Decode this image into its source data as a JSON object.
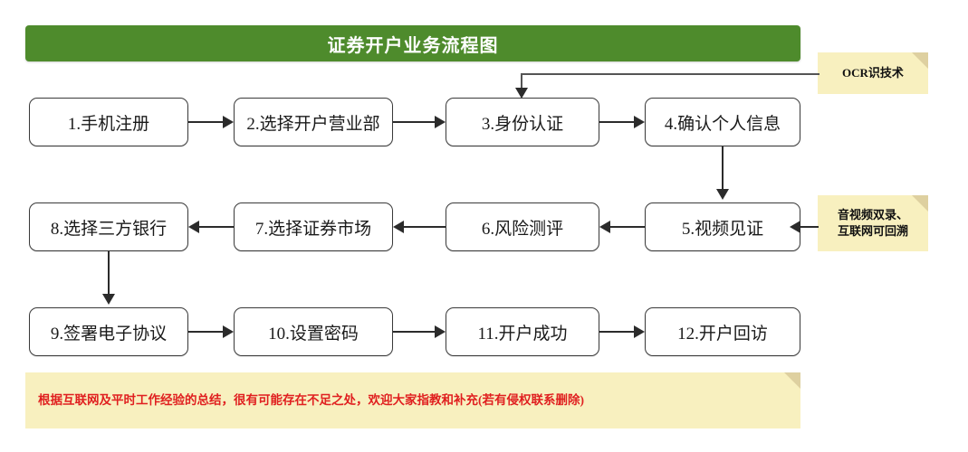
{
  "title": {
    "text": "证券开户业务流程图",
    "background": "#4e8b2c",
    "color": "#ffffff"
  },
  "nodes": [
    {
      "id": "n1",
      "label": "1.手机注册"
    },
    {
      "id": "n2",
      "label": "2.选择开户营业部"
    },
    {
      "id": "n3",
      "label": "3.身份认证"
    },
    {
      "id": "n4",
      "label": "4.确认个人信息"
    },
    {
      "id": "n5",
      "label": "5.视频见证"
    },
    {
      "id": "n6",
      "label": "6.风险测评"
    },
    {
      "id": "n7",
      "label": "7.选择证券市场"
    },
    {
      "id": "n8",
      "label": "8.选择三方银行"
    },
    {
      "id": "n9",
      "label": "9.签署电子协议"
    },
    {
      "id": "n10",
      "label": "10.设置密码"
    },
    {
      "id": "n11",
      "label": "11.开户成功"
    },
    {
      "id": "n12",
      "label": "12.开户回访"
    }
  ],
  "notes": {
    "ocr": {
      "text": "OCR识技术",
      "background": "#f8f0bf"
    },
    "video": {
      "line1": "音视频双录、",
      "line2": "互联网可回溯",
      "background": "#f8f0bf"
    },
    "footer": {
      "text": "根据互联网及平时工作经验的总结，很有可能存在不足之处，欢迎大家指教和补充(若有侵权联系删除)",
      "background": "#f8f0bf",
      "color": "#e02020"
    }
  }
}
